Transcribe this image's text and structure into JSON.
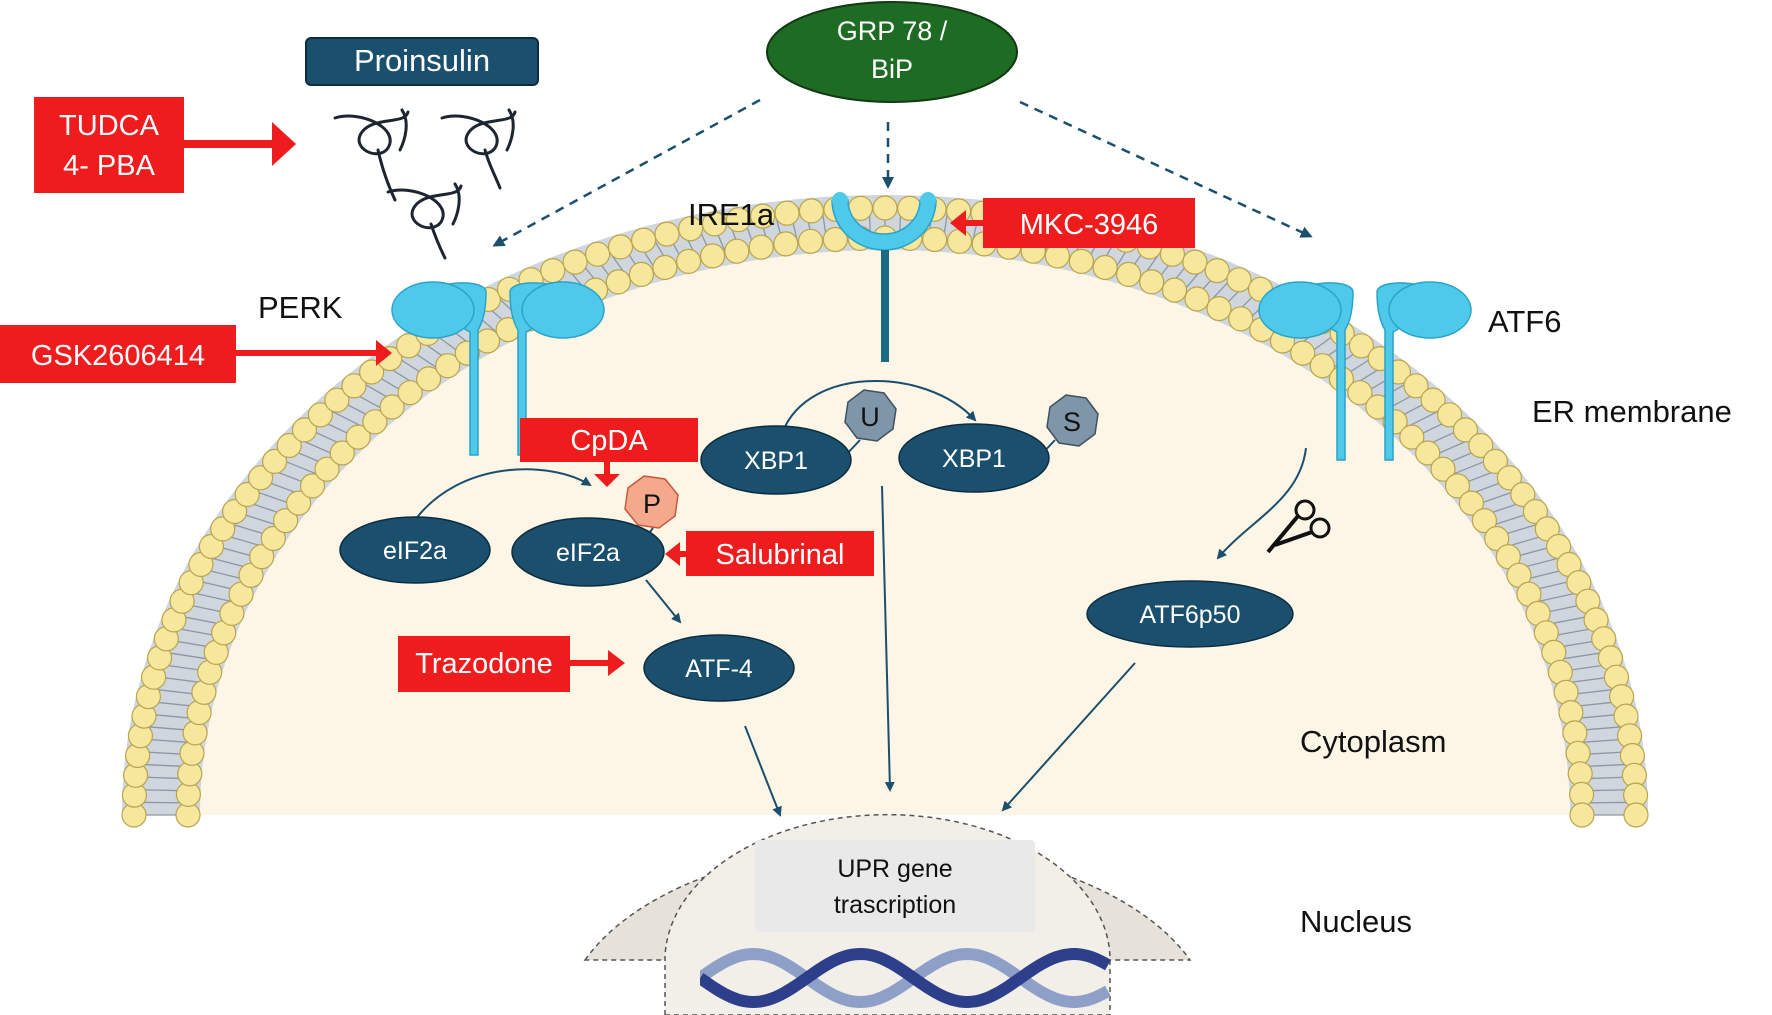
{
  "colors": {
    "drug_box": "#ee1c1c",
    "molecule": "#1a4f6e",
    "receptor": "#4ec9ea",
    "grp78": "#1e6b23",
    "lipid_head": "#f6e79c",
    "phospho": "#f4a98c",
    "mod_badge": "#7f96a8",
    "nucleus": "#e6e2da",
    "cytoplasm": "#fdf5e6"
  },
  "chaperone": {
    "line1": "GRP 78 /",
    "line2": "BiP"
  },
  "proinsulin": {
    "label": "Proinsulin"
  },
  "receptors": {
    "perk": "PERK",
    "ire1a": "IRE1a",
    "atf6": "ATF6"
  },
  "compartments": {
    "er_membrane": "ER membrane",
    "cytoplasm": "Cytoplasm",
    "nucleus": "Nucleus"
  },
  "molecules": {
    "eif2a_1": "eIF2a",
    "eif2a_2": "eIF2a",
    "atf4": "ATF-4",
    "xbp1_u": "XBP1",
    "xbp1_s": "XBP1",
    "atf6p50": "ATF6p50"
  },
  "badges": {
    "phospho": "P",
    "unspliced": "U",
    "spliced": "S"
  },
  "inhibitors": {
    "tudca_line1": "TUDCA",
    "tudca_line2": "4- PBA",
    "gsk": "GSK2606414",
    "mkc": "MKC-3946",
    "cpda": "CpDA",
    "salubrinal": "Salubrinal",
    "trazodone": "Trazodone"
  },
  "transcription": {
    "line1": "UPR gene",
    "line2": "trascription"
  }
}
